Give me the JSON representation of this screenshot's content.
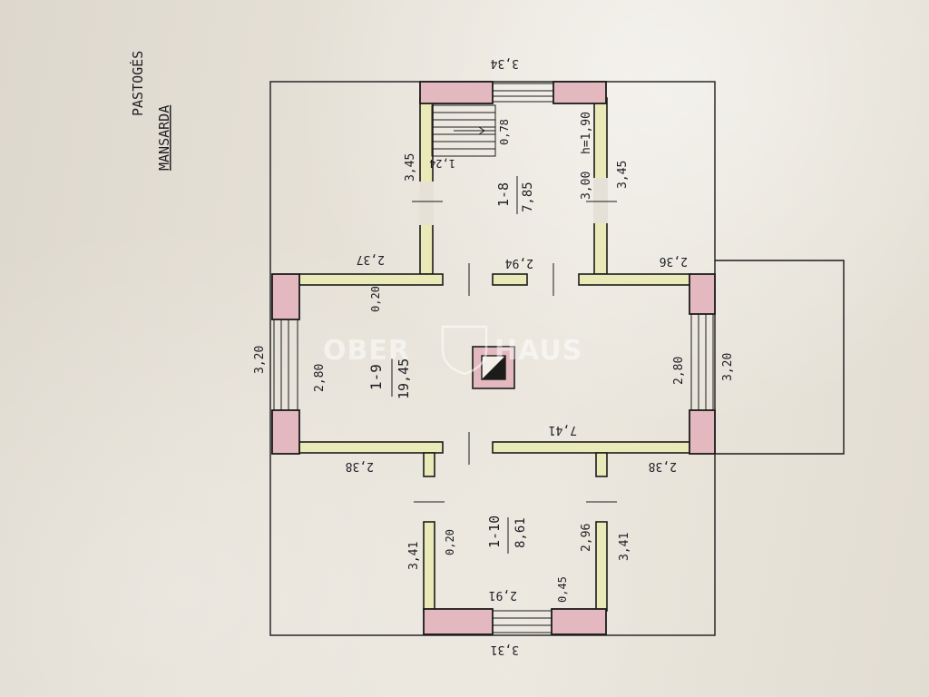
{
  "headings": {
    "storey": "PASTOGĖS",
    "level": "MANSARDA"
  },
  "watermark": {
    "left": "OBER",
    "right": "HAUS"
  },
  "rooms": [
    {
      "id": "1-8",
      "area": "7,85"
    },
    {
      "id": "1-9",
      "area": "19,45"
    },
    {
      "id": "1-10",
      "area": "8,61"
    }
  ],
  "dimensions": {
    "top_outer": "3,34",
    "bottom_outer": "3,31",
    "left_outer": "3,20",
    "right_outer": "3,20",
    "room8_left_outer": "3,45",
    "room8_right_outer": "3,45",
    "room8_right_inner": "3,00",
    "room8_height": "h=1,90",
    "stair_length": "1,24",
    "stair_width": "0,78",
    "room8_bottom": "2,94",
    "hall_top_left": "2,37",
    "hall_top_right": "2,36",
    "hall_left_inner": "2,80",
    "hall_right_inner": "2,80",
    "hall_wall": "0,20",
    "hall_bottom": "7,41",
    "hall_bottom_left": "2,38",
    "hall_bottom_right": "2,38",
    "room10_left_outer": "3,41",
    "room10_right_outer": "3,41",
    "room10_right_inner": "2,96",
    "room10_wall": "0,20",
    "room10_window_wall": "0,45",
    "room10_bottom": "2,91"
  },
  "colors": {
    "paper": "#e6e1d7",
    "wall_fill": "#eaeab8",
    "pier_fill": "#e3b9bf",
    "ink": "#1e1e24"
  }
}
